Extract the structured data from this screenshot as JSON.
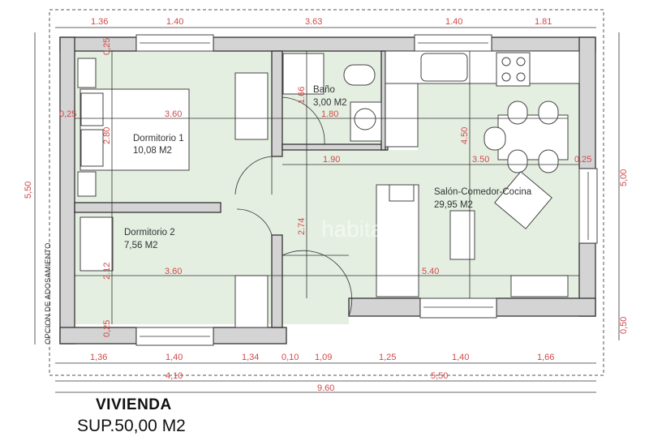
{
  "rooms": {
    "dormitorio1": {
      "name": "Dormitorio 1",
      "area": "10,08 M2"
    },
    "dormitorio2": {
      "name": "Dormitorio 2",
      "area": "7,56 M2"
    },
    "bano": {
      "name": "Baño",
      "area": "3,00 M2"
    },
    "salon": {
      "name": "Salón-Comedor-Cocina",
      "area": "29,95 M2"
    }
  },
  "dims_top": [
    "1.36",
    "1.40",
    "3.63",
    "1.40",
    "1.81"
  ],
  "dims_bottom": [
    "1,36",
    "1,40",
    "1,34",
    "0,10",
    "1,09",
    "1,25",
    "1,40",
    "1,66"
  ],
  "dims_subtotal": [
    "4,10",
    "5,50"
  ],
  "dims_total": "9.60",
  "dims_left": "5,50",
  "dims_right": [
    "5,00",
    "0,50"
  ],
  "dims_interior": {
    "t025a": "0,25",
    "t025b": "0,25",
    "t025c": "0,25",
    "t025d": "0.25",
    "d360a": "3.60",
    "d360b": "3.60",
    "d280": "2.80",
    "d212": "2.12",
    "d166": "1.66",
    "d180": "1.80",
    "d190": "1.90",
    "d350": "3.50",
    "d450": "4.50",
    "d274": "2.74",
    "d540": "5.40"
  },
  "side_note": "OPCION DE ADOSAMIENTO",
  "watermark": "habitaclia",
  "footer": {
    "title": "VIVIENDA",
    "surface": "SUP.50,00 M2"
  },
  "colors": {
    "dimension": "#d2484a",
    "room_fill": "#e4efe1",
    "wall": "#d4d4d4"
  }
}
